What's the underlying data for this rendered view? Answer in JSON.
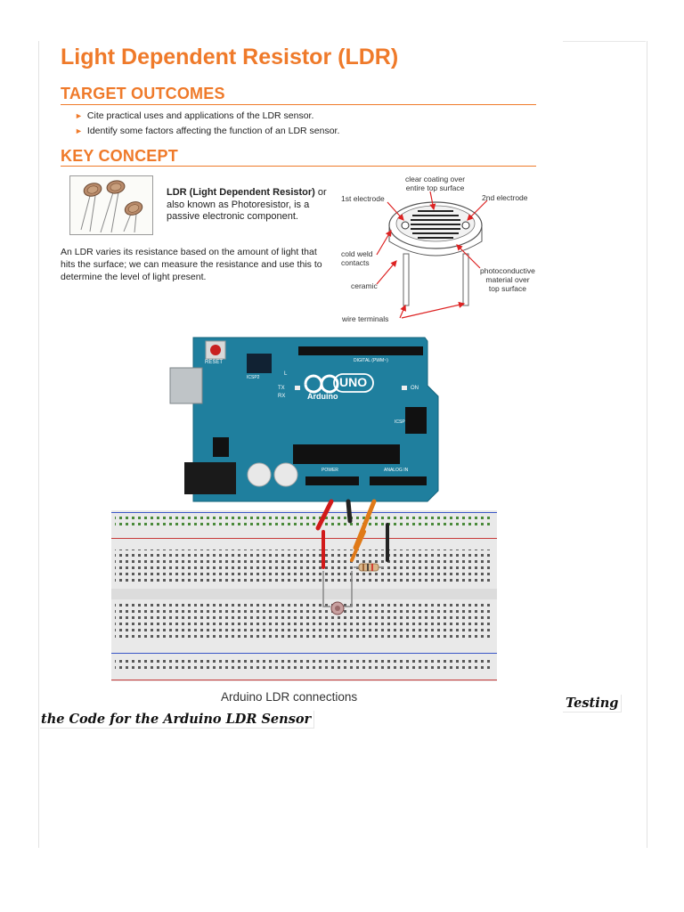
{
  "title": "Light Dependent Resistor (LDR)",
  "target_outcomes": {
    "heading": "TARGET OUTCOMES",
    "items": [
      "Cite practical uses and applications of the LDR sensor.",
      "Identify some factors affecting the function of an LDR sensor."
    ]
  },
  "key_concept": {
    "heading": "KEY CONCEPT",
    "definition_bold": "LDR (Light Dependent Resistor)",
    "definition_rest": " or also known as Photoresistor, is a passive electronic component.",
    "paragraph": "An LDR varies its resistance based on the amount of light that hits the surface; we can measure the resistance and use this to determine the level of light present."
  },
  "diagram_labels": {
    "coating": "clear coating over\nentire top surface",
    "electrode1": "1st electrode",
    "electrode2": "2nd electrode",
    "cold_weld": "cold weld\ncontacts",
    "ceramic": "ceramic",
    "photoconductive": "photoconductive\nmaterial over\ntop surface",
    "wire_terminals": "wire terminals"
  },
  "board": {
    "reset": "RESET",
    "icsp2": "ICSP2",
    "digital": "DIGITAL (PWM~)",
    "uno": "UNO",
    "brand": "Arduino",
    "l": "L",
    "tx": "TX",
    "rx": "RX",
    "on": "ON",
    "icsp": "ICSP",
    "power": "POWER",
    "analog": "ANALOG IN"
  },
  "caption": "Arduino LDR connections",
  "testing": "Testing",
  "code_line": "the Code for the Arduino LDR Sensor",
  "colors": {
    "accent": "#ef7a2a",
    "board": "#1f7f9e",
    "wire_red": "#d11a1a",
    "wire_orange": "#e07a18",
    "wire_black": "#222222"
  }
}
